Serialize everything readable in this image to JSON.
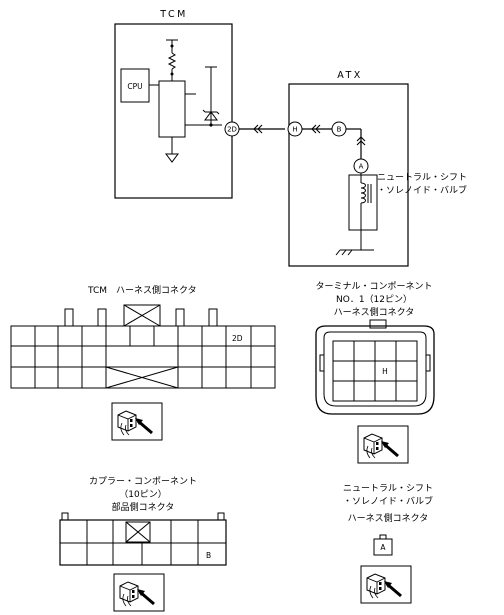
{
  "schematic": {
    "tcm_label": "TCM",
    "cpu_label": "CPU",
    "atx_label": "ATX",
    "terminal_2d": "2D",
    "terminal_h": "H",
    "terminal_b": "B",
    "terminal_a": "A",
    "solenoid_label_line1": "ニュートラル・シフト",
    "solenoid_label_line2": "・ソレノイド・バルブ"
  },
  "connectors": {
    "tcm": {
      "title": "TCM　ハーネス側コネクタ",
      "cell_label": "2D"
    },
    "terminal_component": {
      "title_line1": "ターミナル・コンポーネント",
      "title_line2": "NO．1（12ピン）",
      "title_line3": "ハーネス側コネクタ",
      "cell_label": "H"
    },
    "coupler_component": {
      "title_line1": "カプラー・コンポーネント",
      "title_line2": "（10ピン）",
      "title_line3": "部品側コネクタ",
      "cell_label": "B"
    },
    "solenoid": {
      "title_line1": "ニュートラル・シフト",
      "title_line2": "・ソレノイド・バルブ",
      "title_line3": "ハーネス側コネクタ",
      "cell_label": "A"
    }
  }
}
